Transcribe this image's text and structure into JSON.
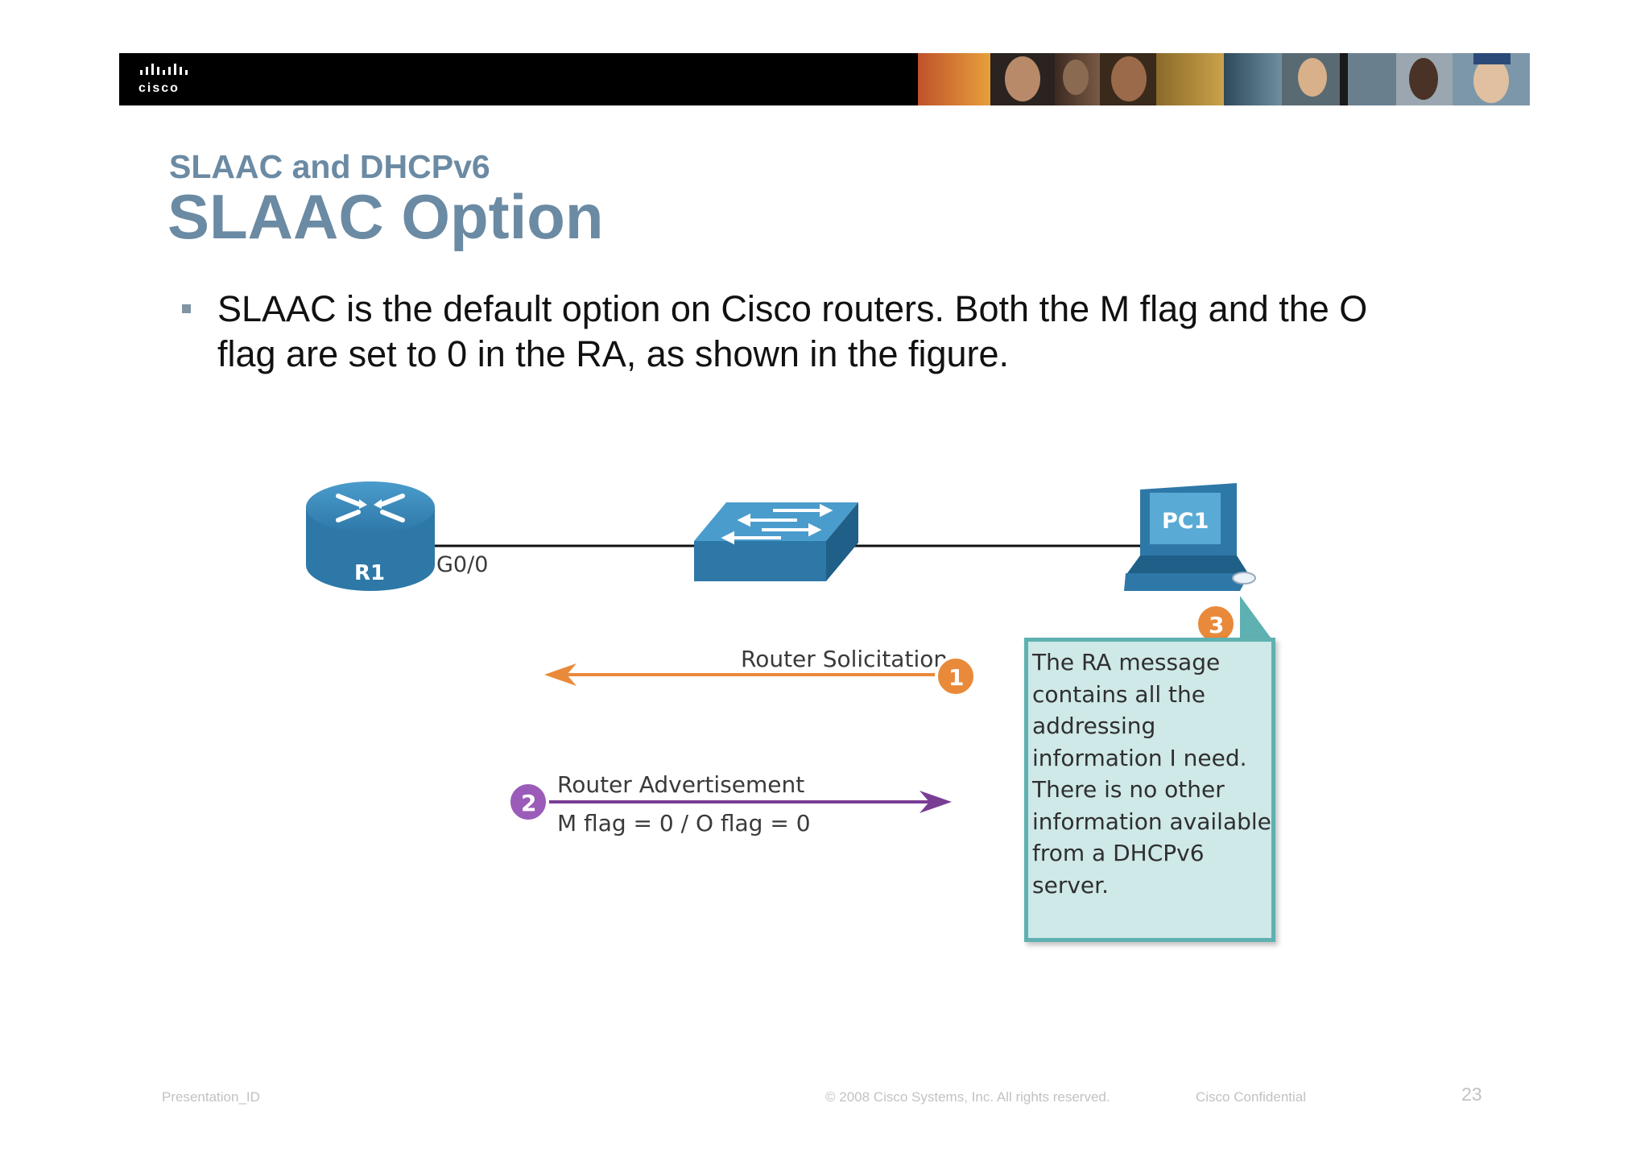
{
  "header": {
    "logo_text": "cisco",
    "photo_strip": "photo-collage"
  },
  "slide": {
    "subtitle": "SLAAC and DHCPv6",
    "title": "SLAAC Option",
    "bullet": "SLAAC is the default option on Cisco routers. Both the M flag and the O flag are set to 0 in the RA, as shown in the figure."
  },
  "diagram": {
    "router_label": "R1",
    "interface_label": "G0/0",
    "pc_label": "PC1",
    "step1_number": "1",
    "step1_label": "Router Solicitation",
    "step2_number": "2",
    "step2_label": "Router Advertisement",
    "step2_flags": "M flag = 0 / O flag = 0",
    "step3_number": "3",
    "callout_text": "The RA message contains all the addressing information I need. There is no other information available from a DHCPv6 server.",
    "colors": {
      "solicitation": "#e9893a",
      "advertisement": "#7a3d94",
      "device_blue": "#2e78a8",
      "callout_fill": "#cfe8e8",
      "callout_border": "#5fb1b1"
    }
  },
  "footer": {
    "presentation_id": "Presentation_ID",
    "copyright": "© 2008 Cisco Systems, Inc. All rights  reserved.",
    "confidential": "Cisco Confidential",
    "page_number": "23"
  }
}
